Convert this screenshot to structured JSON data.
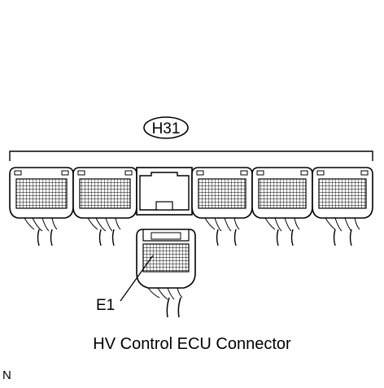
{
  "diagram": {
    "connector_label": "H31",
    "pin_label": "E1",
    "caption": "HV Control ECU Connector",
    "corner_code": "N"
  }
}
